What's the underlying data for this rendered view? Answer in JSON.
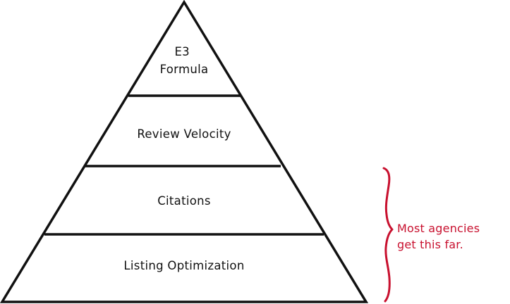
{
  "pyramid": {
    "tiers": [
      {
        "lines": [
          "E3",
          "Formula"
        ]
      },
      {
        "lines": [
          "Review Velocity"
        ]
      },
      {
        "lines": [
          "Citations"
        ]
      },
      {
        "lines": [
          "Listing Optimization"
        ]
      }
    ]
  },
  "annotation": {
    "lines": [
      "Most agencies",
      "get this far."
    ],
    "color": "#c8102e"
  },
  "colors": {
    "stroke": "#111111",
    "background": "#ffffff"
  }
}
